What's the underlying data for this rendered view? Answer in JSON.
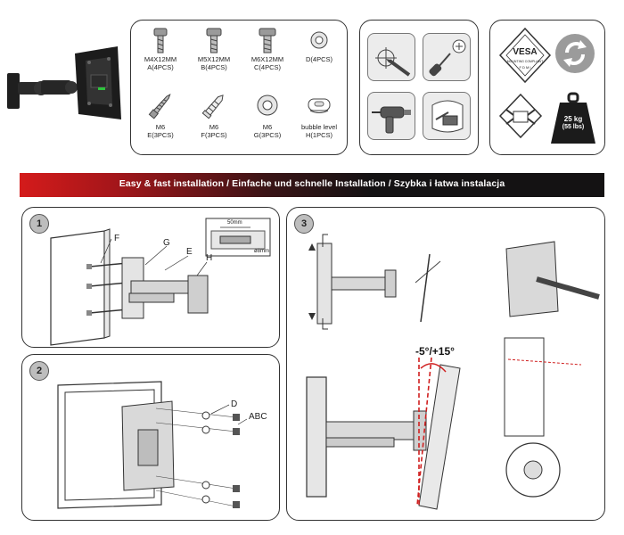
{
  "hardware": [
    {
      "size": "M4X12MM",
      "qty": "A(4PCS)",
      "icon": "bolt-icon"
    },
    {
      "size": "M5X12MM",
      "qty": "B(4PCS)",
      "icon": "bolt-icon"
    },
    {
      "size": "M6X12MM",
      "qty": "C(4PCS)",
      "icon": "bolt-icon"
    },
    {
      "size": "",
      "qty": "D(4PCS)",
      "icon": "washer-icon"
    },
    {
      "size": "M6",
      "qty": "E(3PCS)",
      "icon": "lag-screw-icon"
    },
    {
      "size": "M6",
      "qty": "F(3PCS)",
      "icon": "wall-anchor-icon"
    },
    {
      "size": "M6",
      "qty": "G(3PCS)",
      "icon": "washer-icon"
    },
    {
      "size": "bubble level",
      "qty": "H(1PCS)",
      "icon": "bubble-level-icon"
    }
  ],
  "tools": [
    "marking-pencil-icon",
    "phillips-screwdriver-icon",
    "power-drill-icon",
    "tape-measure-icon"
  ],
  "symbols": {
    "vesa": "VESA",
    "vesa_ring": "MOUNTING COMPLIANT",
    "vesa_letters": "F D M I",
    "recycle": "recycle-icon",
    "weight_line1": "25 kg",
    "weight_line2": "(55 lbs)"
  },
  "banner": "Easy & fast installation  /  Einfache und schnelle Installation  /  Szybka i łatwa instalacja",
  "steps": {
    "step1": {
      "number": "1",
      "labels": {
        "f": "F",
        "g": "G",
        "e": "E",
        "h": "H"
      },
      "detail_depth": "50mm",
      "detail_diameter": "ø8mm"
    },
    "step2": {
      "number": "2",
      "labels": {
        "d": "D",
        "abc": "ABC"
      }
    },
    "step3": {
      "number": "3",
      "tilt": "-5°/+15°"
    }
  },
  "colors": {
    "accent_red": "#d41b1b",
    "banner_dark": "#141213",
    "line": "#333333",
    "guide_red": "#d01f1f"
  }
}
